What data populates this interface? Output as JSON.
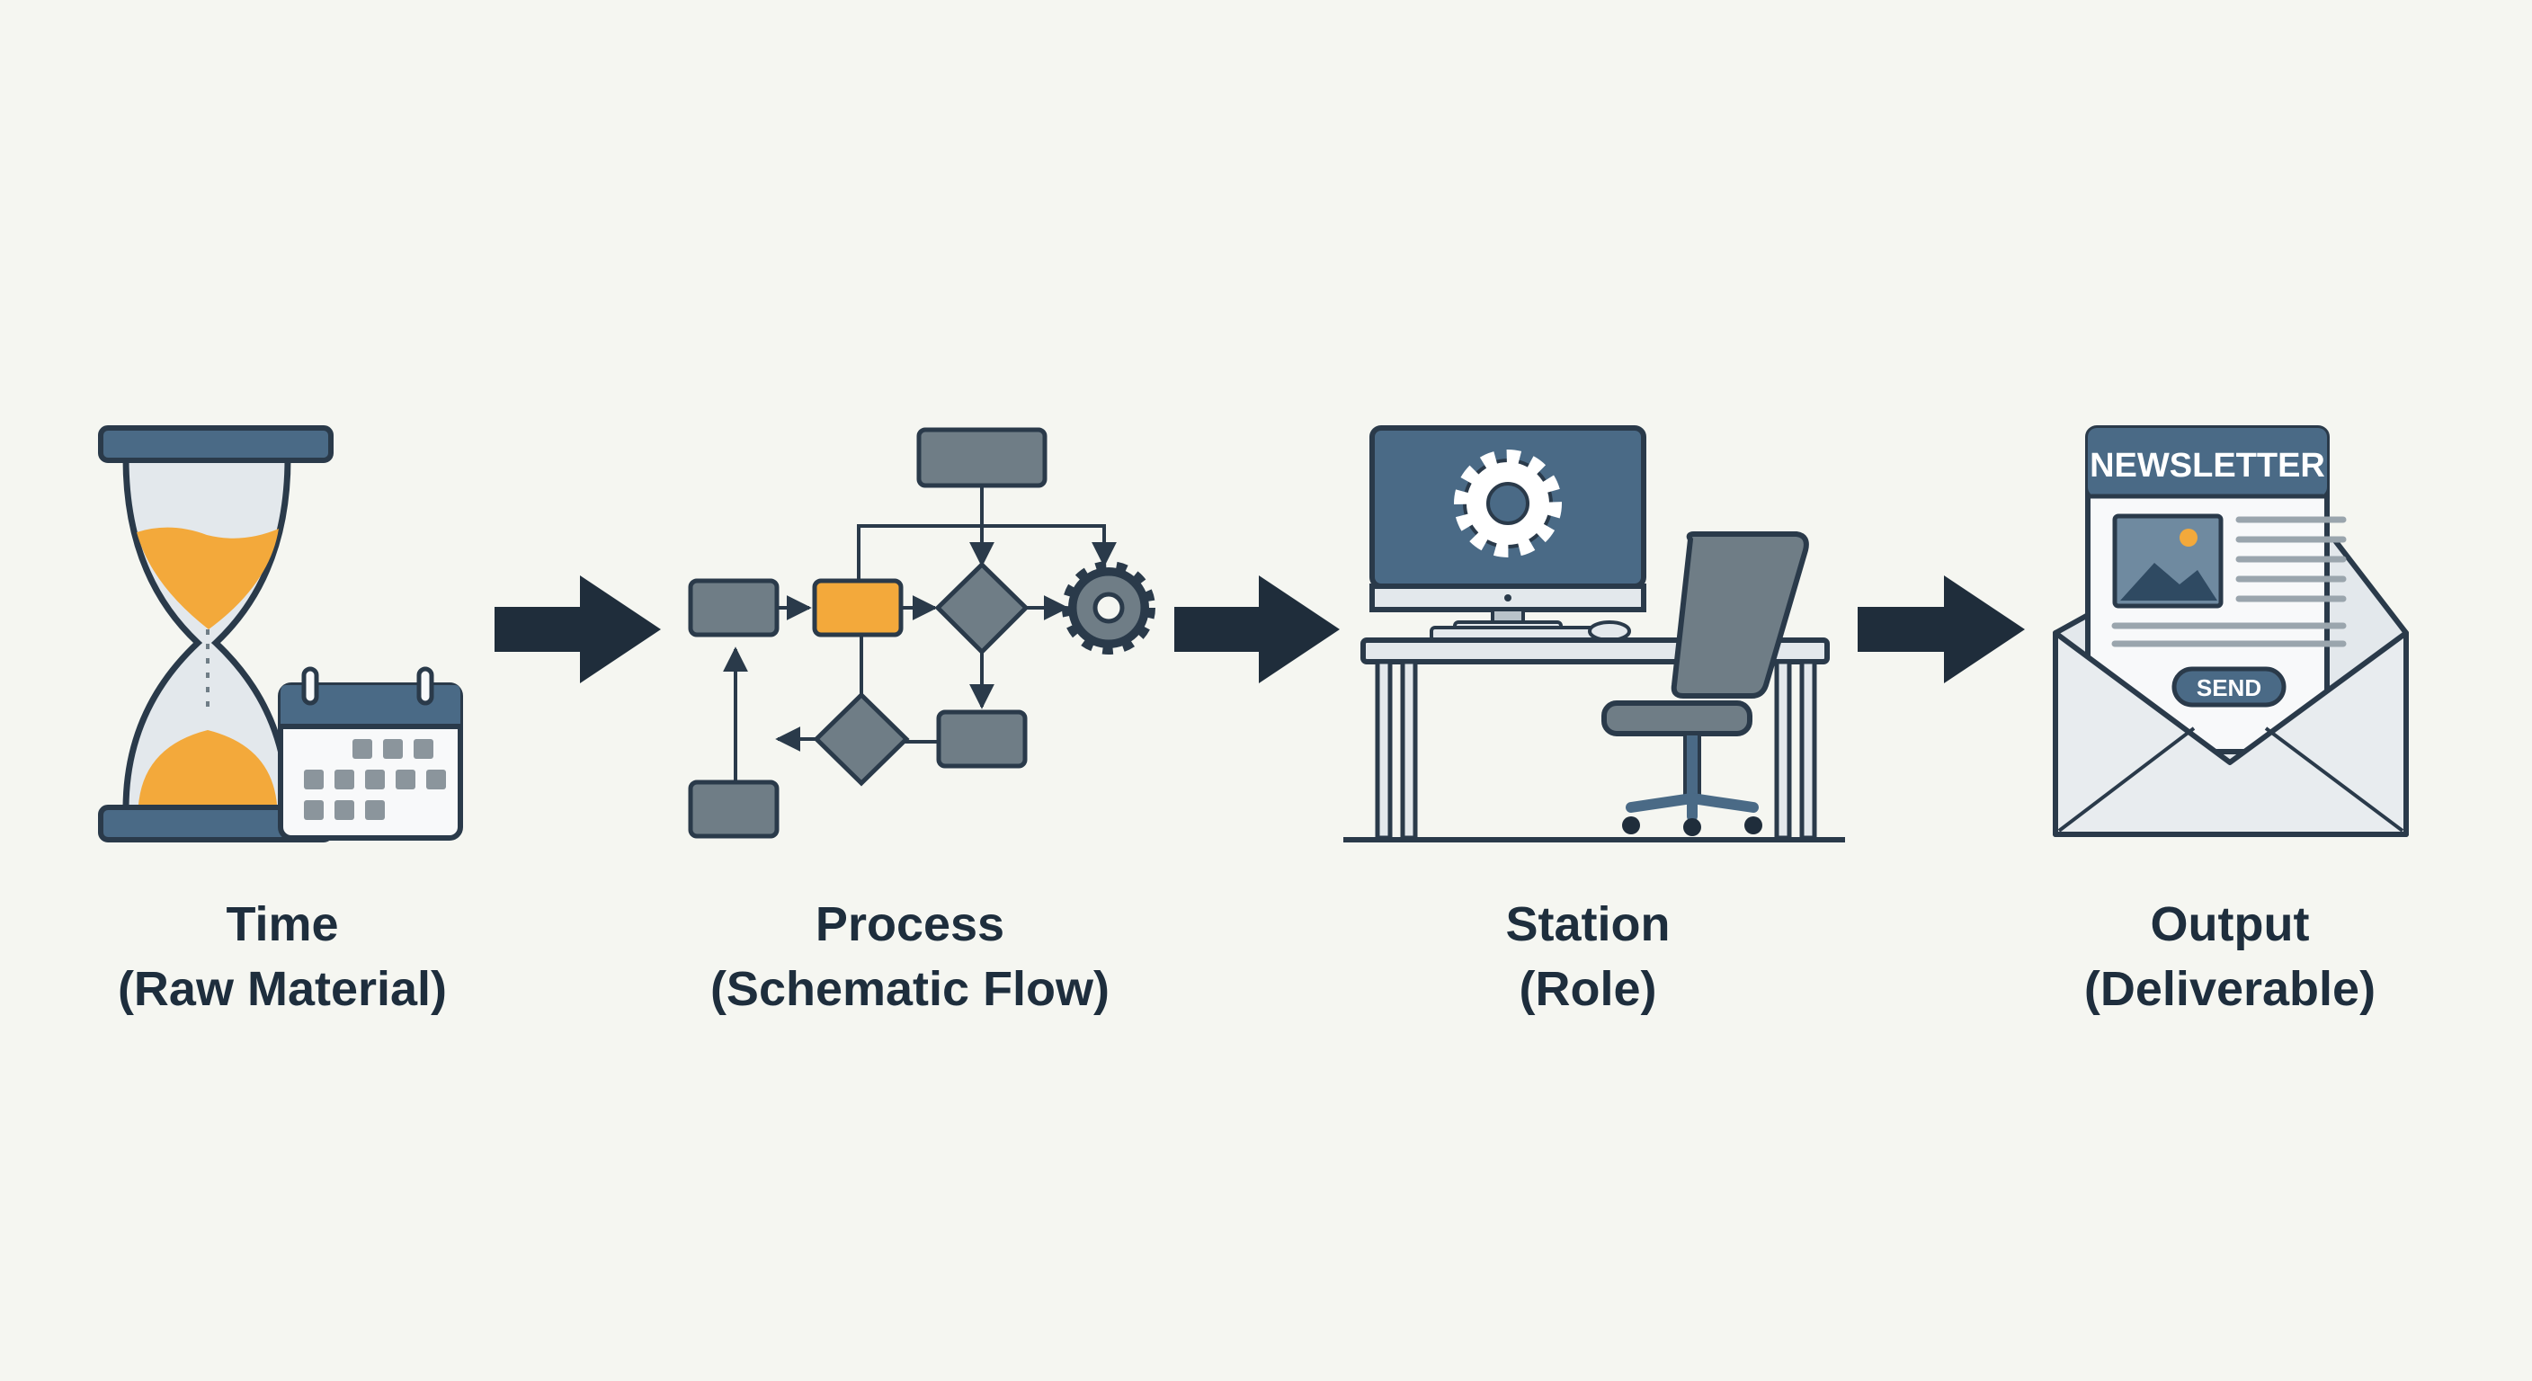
{
  "colors": {
    "background": "#f5f6f1",
    "dark": "#1f2d3b",
    "slate": "#4a6a86",
    "gray": "#6f7d86",
    "light": "#e3e8ec",
    "accent": "#f3a93b"
  },
  "steps": [
    {
      "title": "Time",
      "subtitle": "(Raw Material)",
      "icon": "hourglass-calendar-icon"
    },
    {
      "title": "Process",
      "subtitle": "(Schematic Flow)",
      "icon": "flowchart-icon"
    },
    {
      "title": "Station",
      "subtitle": "(Role)",
      "icon": "desk-workstation-icon"
    },
    {
      "title": "Output",
      "subtitle": "(Deliverable)",
      "icon": "newsletter-envelope-icon"
    }
  ],
  "newsletter": {
    "header": "NEWSLETTER",
    "button": "SEND"
  }
}
